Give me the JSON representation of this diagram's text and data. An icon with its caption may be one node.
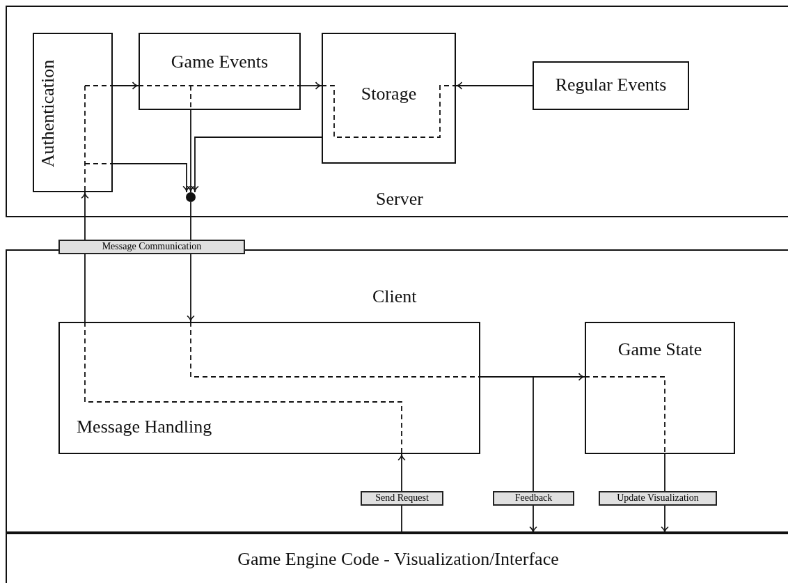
{
  "diagram": {
    "nodes": [
      {
        "text": [
          "Server"
        ]
      },
      {
        "text": [
          "Authentication"
        ],
        "in": 0
      },
      {
        "text": [
          "Game Events"
        ],
        "in": 0
      },
      {
        "text": [
          "Storage"
        ],
        "in": 0
      },
      {
        "text": [
          "Regular Events"
        ],
        "in": 0
      },
      {
        "text": [],
        "shape": "circle",
        "in": 0
      },
      {
        "text": [
          "Client"
        ]
      },
      {
        "text": [
          "Message Handling"
        ],
        "in": 6
      },
      {
        "text": [
          "Game State"
        ],
        "in": 6
      },
      {
        "text": [
          "Game Engine Code - Visualization/Interface"
        ]
      }
    ],
    "edges": [
      {
        "from": 1,
        "to": 2,
        "arrow": "to"
      },
      {
        "from": 2,
        "to": 3,
        "arrow": "to"
      },
      {
        "from": 4,
        "to": 3,
        "arrow": "to"
      },
      {
        "from": 2,
        "to": 5,
        "arrow": "to"
      },
      {
        "from": 3,
        "to": 5,
        "arrow": "to"
      },
      {
        "from": 1,
        "to": 5,
        "arrow": "to"
      },
      {
        "from": 5,
        "to": 7,
        "arrow": "to",
        "label": "Message Communication"
      },
      {
        "from": 7,
        "to": 1,
        "arrow": "to"
      },
      {
        "from": 7,
        "to": 8,
        "arrow": "to"
      },
      {
        "from": 7,
        "to": 9,
        "arrow": "to",
        "label": "Feedback"
      },
      {
        "from": 9,
        "to": 7,
        "arrow": "to",
        "label": "Send Request"
      },
      {
        "from": 8,
        "to": 9,
        "arrow": "to",
        "label": "Update Visualization"
      }
    ]
  }
}
